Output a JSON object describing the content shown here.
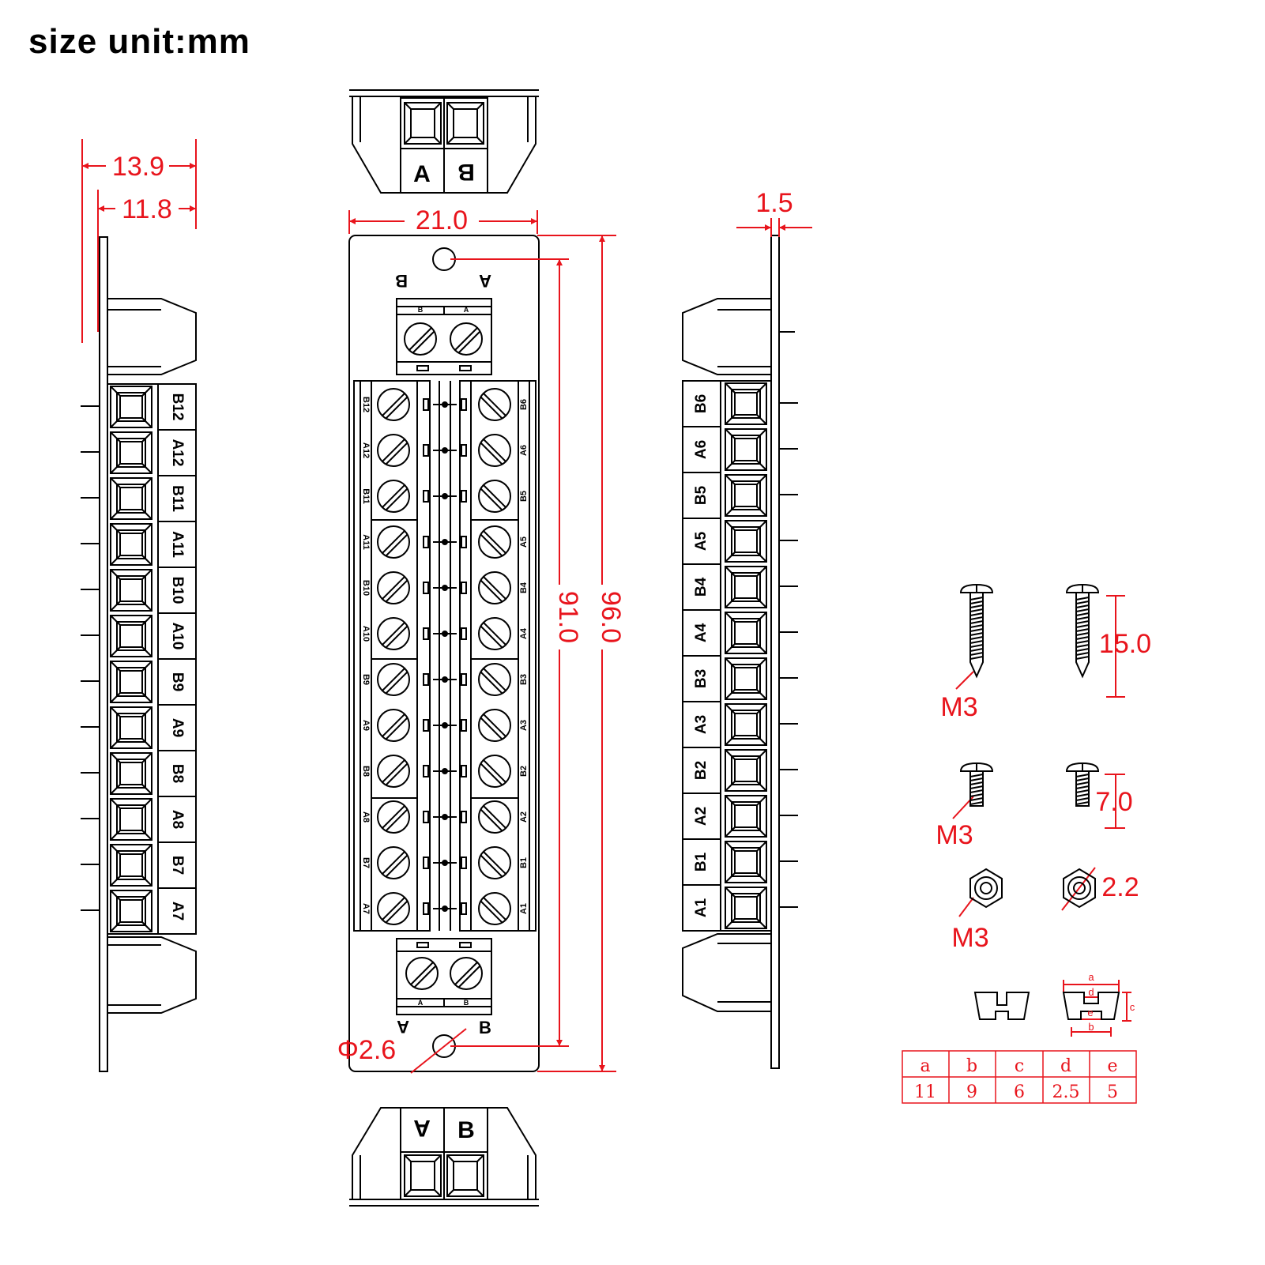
{
  "title": "size unit:mm",
  "colors": {
    "dimension": "#e8141c",
    "line": "#000000",
    "background": "#ffffff"
  },
  "dimensions": {
    "overall_depth": "13.9",
    "body_depth": "11.8",
    "width": "21.0",
    "hole_pitch": "91.0",
    "length": "96.0",
    "plate_thickness": "1.5",
    "hole_diameter": "Φ2.6",
    "long_screw_length": "15.0",
    "short_screw_length": "7.0",
    "nut_hole": "2.2"
  },
  "end_terminal_labels": {
    "a": "A",
    "b": "B"
  },
  "left_side_labels": [
    "B12",
    "A12",
    "B11",
    "A11",
    "B10",
    "A10",
    "B9",
    "A9",
    "B8",
    "A8",
    "B7",
    "A7"
  ],
  "right_side_labels": [
    "B6",
    "A6",
    "B5",
    "A5",
    "B4",
    "A4",
    "B3",
    "A3",
    "B2",
    "A2",
    "B1",
    "A1"
  ],
  "hardware": {
    "screw_label": "M3",
    "short_screw_label": "M3",
    "nut_label": "M3"
  },
  "spacer_table": {
    "headers": [
      "a",
      "b",
      "c",
      "d",
      "e"
    ],
    "values": [
      "11",
      "9",
      "6",
      "2.5",
      "5"
    ]
  },
  "spacer_dims": {
    "a": "a",
    "b": "b",
    "c": "c",
    "d": "d",
    "e": "e"
  }
}
